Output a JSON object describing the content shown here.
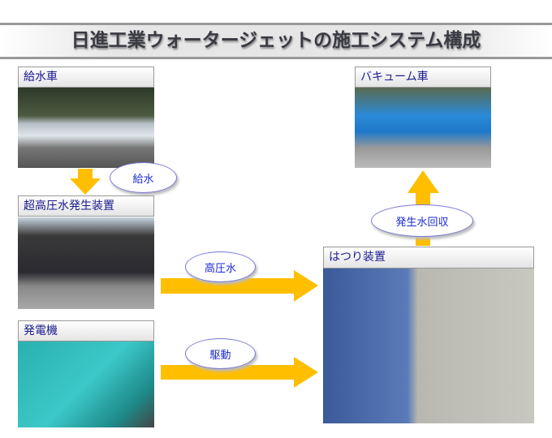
{
  "title": "日進工業ウォータージェットの施工システム構成",
  "nodes": {
    "water_truck": "給水車",
    "pump_unit": "超高圧水発生装置",
    "generator": "発電機",
    "vacuum_truck": "バキューム車",
    "chipping": "はつり装置"
  },
  "flows": {
    "supply": "給水",
    "high_pressure": "高圧水",
    "drive": "駆動",
    "recovery": "発生水回収"
  },
  "colors": {
    "arrow": "#FFBF00",
    "label_text": "#1a1a90",
    "bubble_text": "#1a2ad0"
  }
}
